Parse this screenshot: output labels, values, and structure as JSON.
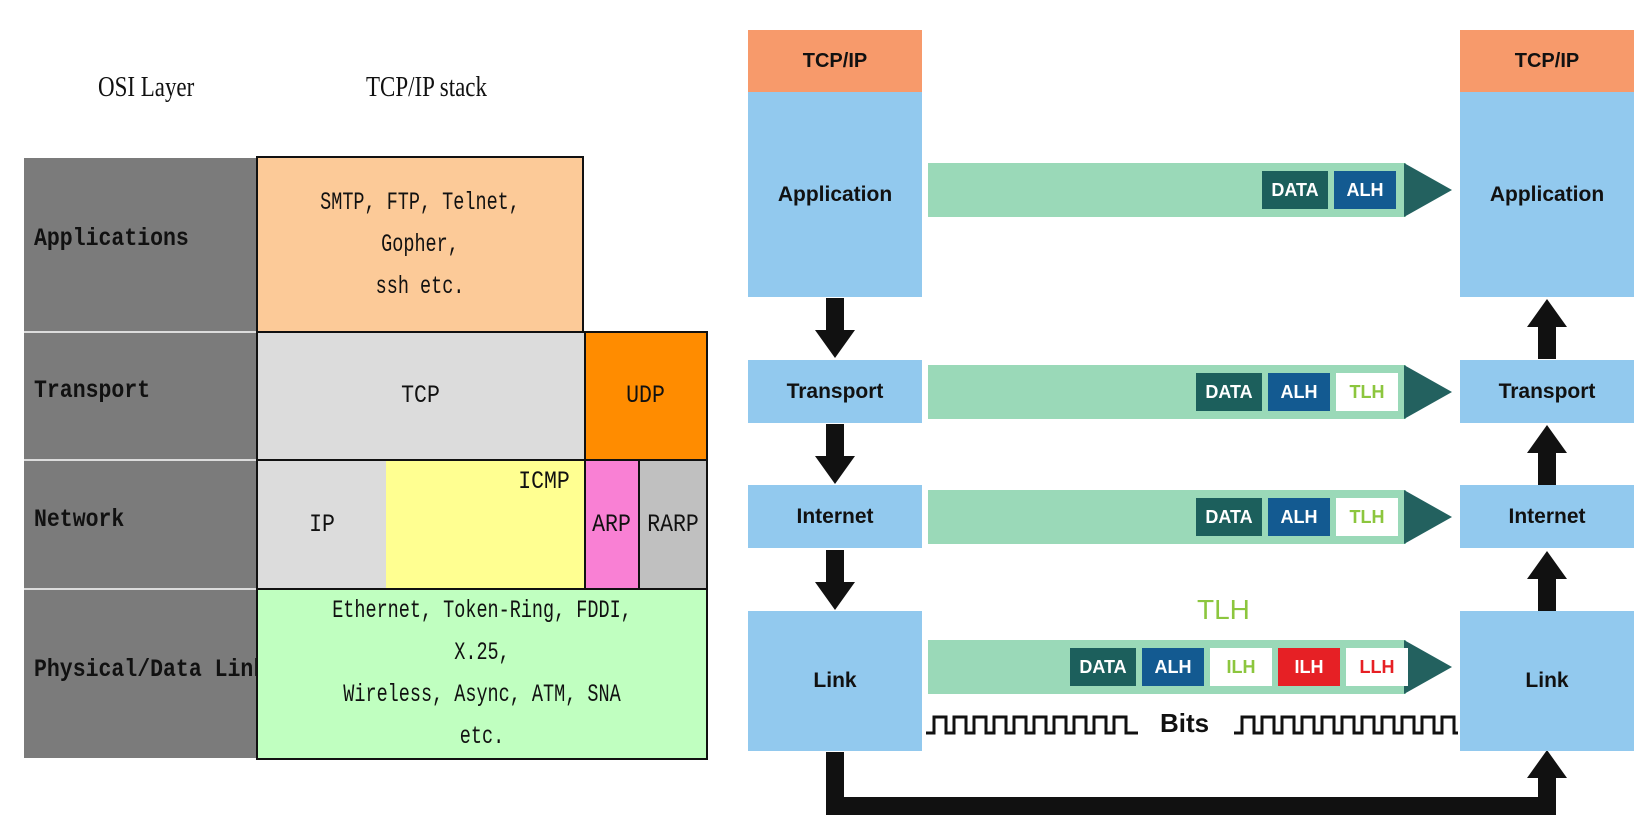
{
  "left": {
    "headers": {
      "osi": "OSI Layer",
      "tcpip": "TCP/IP stack"
    },
    "osi_layers": [
      "Applications",
      "Transport",
      "Network",
      "Physical/Data Link"
    ],
    "application_protocols": {
      "line1": "SMTP, FTP, Telnet, Gopher,",
      "line2": "ssh etc."
    },
    "tcp": "TCP",
    "udp": "UDP",
    "ip": "IP",
    "icmp": "ICMP",
    "arp": "ARP",
    "rarp": "RARP",
    "link_protocols": {
      "line1": "Ethernet, Token-Ring, FDDI, X.25,",
      "line2": "Wireless, Async, ATM, SNA etc."
    },
    "colors": {
      "osi_column": "#7b7b7b",
      "application": "#fcca98",
      "tcp": "#dcdcdc",
      "udp": "#ff8c00",
      "ip": "#dcdcdc",
      "icmp": "#ffff91",
      "arp": "#f980d4",
      "rarp": "#c0c0c0",
      "link": "#c0ffc0"
    }
  },
  "right": {
    "stack_title": "TCP/IP",
    "layers": [
      "Application",
      "Transport",
      "Internet",
      "Link"
    ],
    "headers": {
      "data": "DATA",
      "alh": "ALH",
      "tlh": "TLH",
      "ilh": "ILH",
      "llh": "LLH"
    },
    "floating_label": "TLH",
    "bits_label": "Bits",
    "colors": {
      "stack_title": "#f79a6b",
      "layer": "#92c9ee",
      "pipe": "#9ad9b8",
      "arrow_head": "#23615f",
      "data": "#1c5f5c",
      "alh": "#135a91",
      "tlh_text": "#8cc63e",
      "ilh_red": "#e62025",
      "llh_text": "#e62025"
    }
  }
}
